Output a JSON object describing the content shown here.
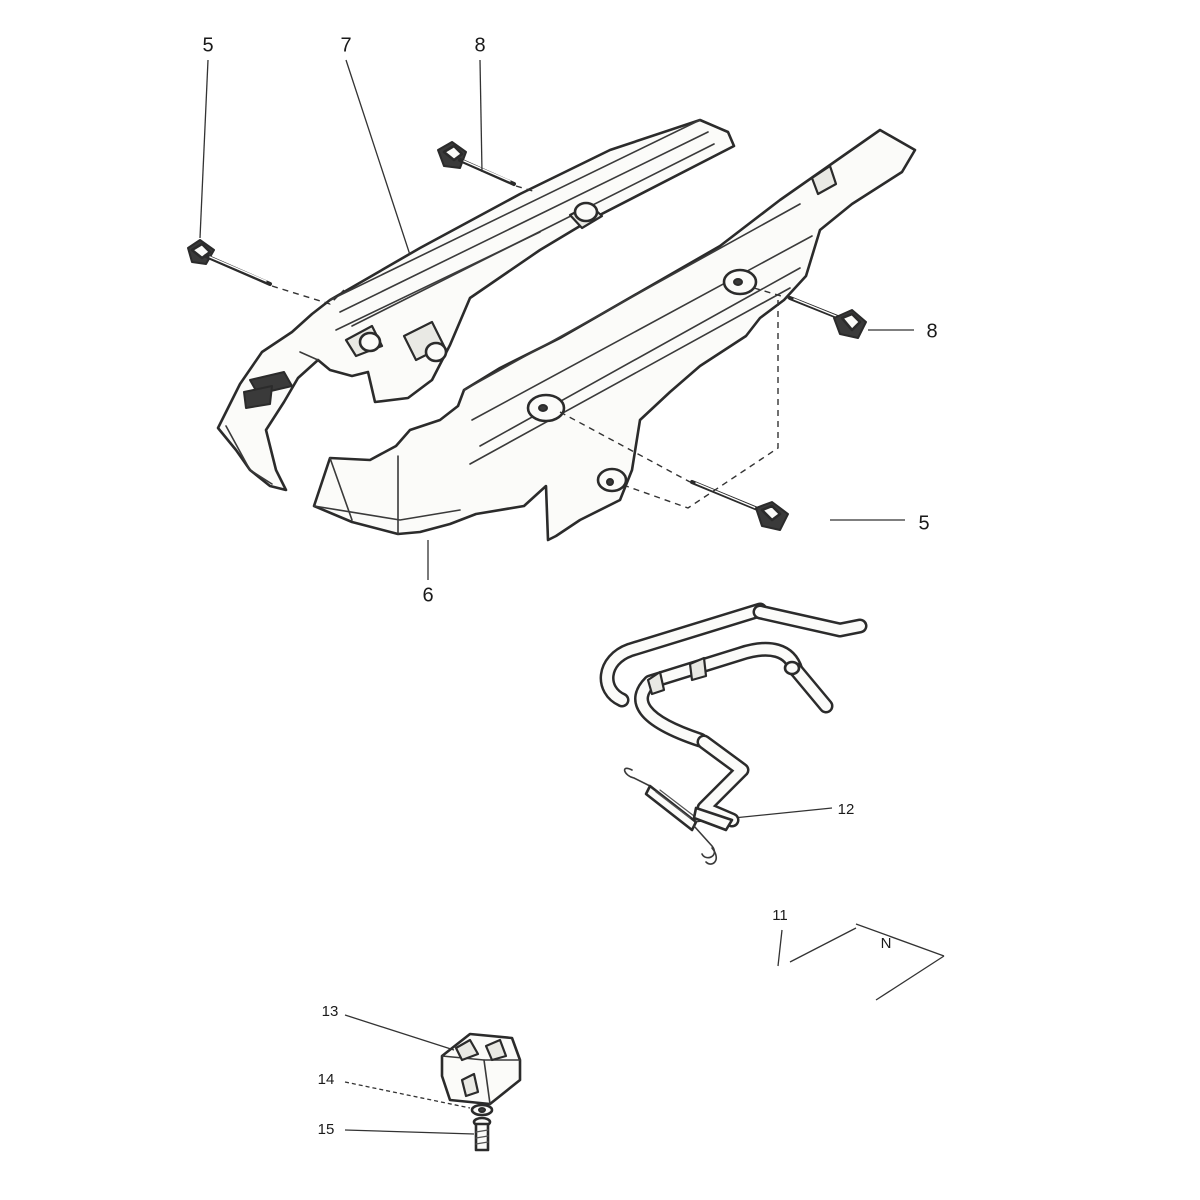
{
  "callouts": {
    "c5_top": "5",
    "c7": "7",
    "c8_top": "8",
    "c8_right": "8",
    "c5_right": "5",
    "c6": "6",
    "c12": "12",
    "c11": "11",
    "cN": "N",
    "c13": "13",
    "c14": "14",
    "c15": "15"
  }
}
